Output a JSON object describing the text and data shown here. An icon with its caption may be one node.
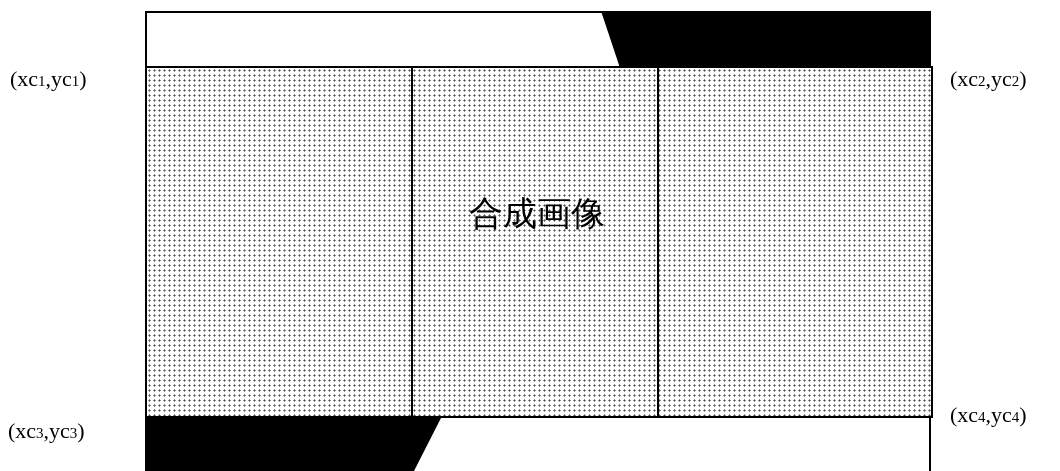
{
  "diagram": {
    "nodes": [
      {
        "text": [
          "合成画像"
        ]
      }
    ],
    "labels": [
      "(xc$_{1}$,yc$_{1}$)",
      "(xc$_{2}$,yc$_{2}$)",
      "(xc$_{3}$,yc$_{3}$)",
      "(xc$_{4}$,yc$_{4}$)"
    ]
  }
}
